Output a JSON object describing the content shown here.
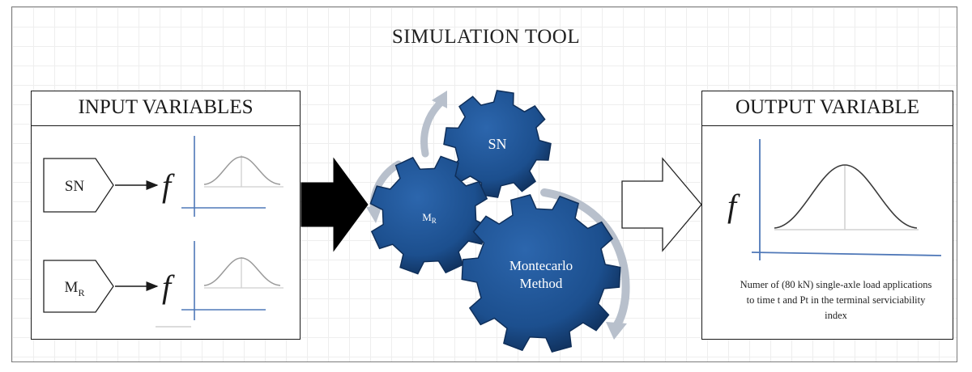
{
  "title": "SIMULATION TOOL",
  "input_panel": {
    "heading": "INPUT VARIABLES",
    "variables": [
      {
        "symbol": "SN",
        "subscript": ""
      },
      {
        "symbol": "M",
        "subscript": "R"
      }
    ],
    "function_symbol": "f"
  },
  "gears": [
    {
      "label": "SN",
      "subscript": ""
    },
    {
      "label": "M",
      "subscript": "R"
    },
    {
      "label_line1": "Montecarlo",
      "label_line2": "Method"
    }
  ],
  "output_panel": {
    "heading": "OUTPUT VARIABLE",
    "function_symbol": "f",
    "caption": "Numer of (80 kN) single-axle load applications to time t  and Pt in the terminal serviciability index"
  },
  "colors": {
    "gear_fill": "#1c4f8e",
    "gear_dark": "#0f2f5a",
    "axis_blue": "#4f78b8",
    "curve_gray": "#9a9a9a",
    "refresh_arrow": "#b8c0cc"
  }
}
